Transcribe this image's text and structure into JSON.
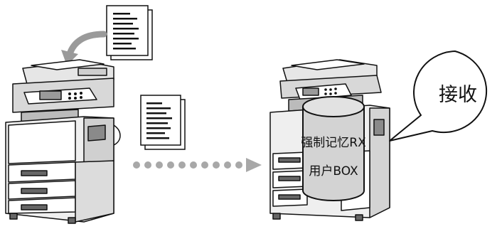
{
  "bubble": {
    "text": "接收"
  },
  "box_label": {
    "line1": "强制记忆RX",
    "line2": "用户BOX"
  },
  "flow": {
    "dot_count": 10
  },
  "icons": [
    "document-stack-icon",
    "curved-arrow-icon",
    "mfp-sender-icon",
    "mfp-receiver-icon",
    "dotted-arrow-icon",
    "storage-cylinder-icon",
    "speech-bubble-icon"
  ]
}
